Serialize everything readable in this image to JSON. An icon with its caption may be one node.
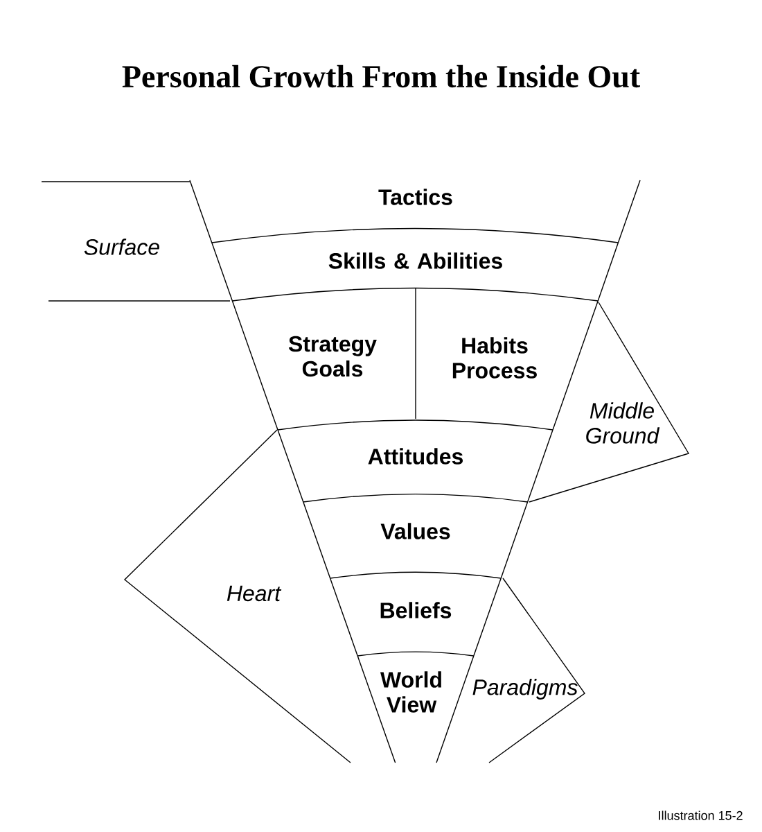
{
  "diagram": {
    "title": "Personal Growth From the Inside Out",
    "nodes": [
      {
        "text": [
          "Tactics"
        ]
      },
      {
        "text": [
          "Skills & Abilities"
        ]
      },
      {
        "text": [
          "Strategy Goals"
        ]
      },
      {
        "text": [
          "Habits Process"
        ]
      },
      {
        "text": [
          "Attitudes"
        ]
      },
      {
        "text": [
          "Values"
        ]
      },
      {
        "text": [
          "Beliefs"
        ]
      },
      {
        "text": [
          "World View"
        ]
      },
      {
        "text": [
          "Surface"
        ]
      },
      {
        "text": [
          "Middle Ground"
        ]
      },
      {
        "text": [
          "Heart"
        ]
      },
      {
        "text": [
          "Paradigms"
        ]
      }
    ],
    "labels": [
      "Illustration 15-2"
    ]
  }
}
